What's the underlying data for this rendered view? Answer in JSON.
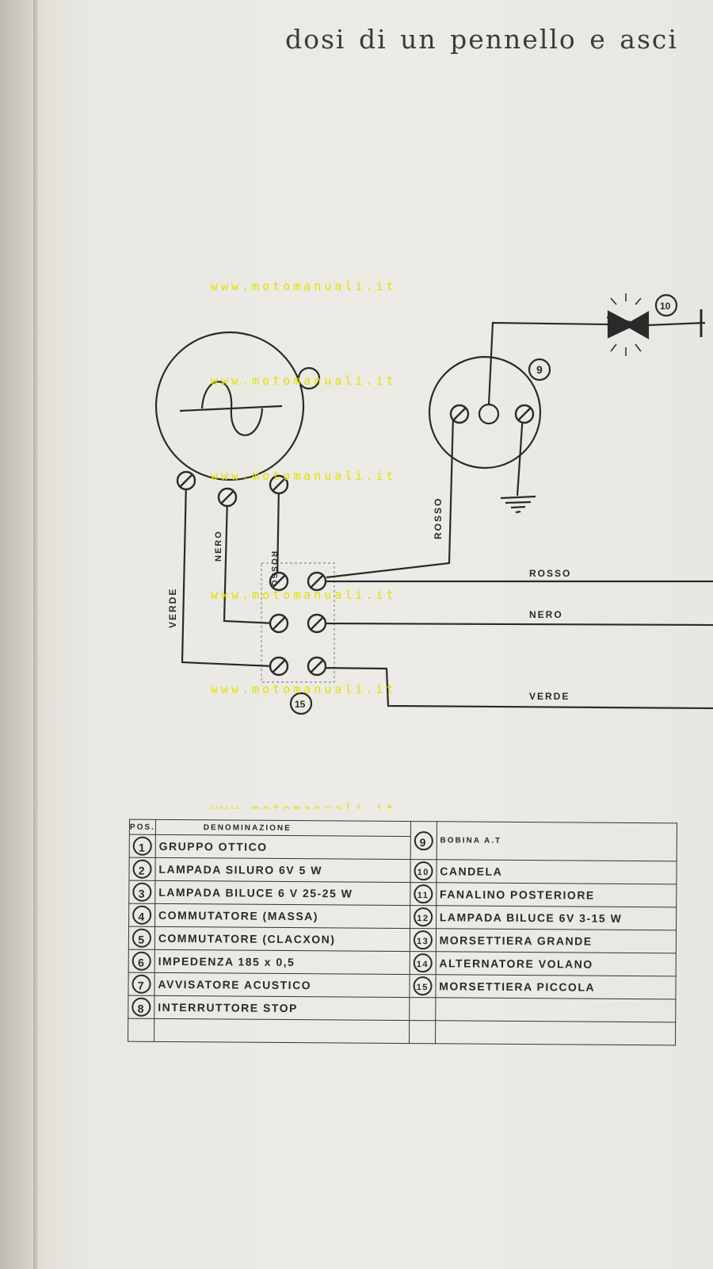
{
  "header_text": "dosi di un pennello e asci",
  "watermark": "www.motomanuali.it",
  "wire_labels": {
    "rosso": "ROSSO",
    "nero": "NERO",
    "verde": "VERDE"
  },
  "component_numbers": {
    "spark_plug": "10",
    "coil": "9",
    "terminal_block_small": "15"
  },
  "legend": {
    "pos_header": "POS.",
    "name_header": "DENOMINAZIONE",
    "items": [
      {
        "pos": "1",
        "name": "GRUPPO OTTICO"
      },
      {
        "pos": "2",
        "name": "LAMPADA SILURO 6V 5 W"
      },
      {
        "pos": "3",
        "name": "LAMPADA BILUCE 6 V 25-25 W"
      },
      {
        "pos": "4",
        "name": "COMMUTATORE (MASSA)"
      },
      {
        "pos": "5",
        "name": "COMMUTATORE (CLACXON)"
      },
      {
        "pos": "6",
        "name": "IMPEDENZA 185 x 0,5"
      },
      {
        "pos": "7",
        "name": "AVVISATORE ACUSTICO"
      },
      {
        "pos": "8",
        "name": "INTERRUTTORE STOP"
      },
      {
        "pos": "9",
        "name": "BOBINA A.T"
      },
      {
        "pos": "10",
        "name": "CANDELA"
      },
      {
        "pos": "11",
        "name": "FANALINO POSTERIORE"
      },
      {
        "pos": "12",
        "name": "LAMPADA BILUCE 6V 3-15 W"
      },
      {
        "pos": "13",
        "name": "MORSETTIERA GRANDE"
      },
      {
        "pos": "14",
        "name": "ALTERNATORE VOLANO"
      },
      {
        "pos": "15",
        "name": "MORSETTIERA PICCOLA"
      }
    ]
  }
}
